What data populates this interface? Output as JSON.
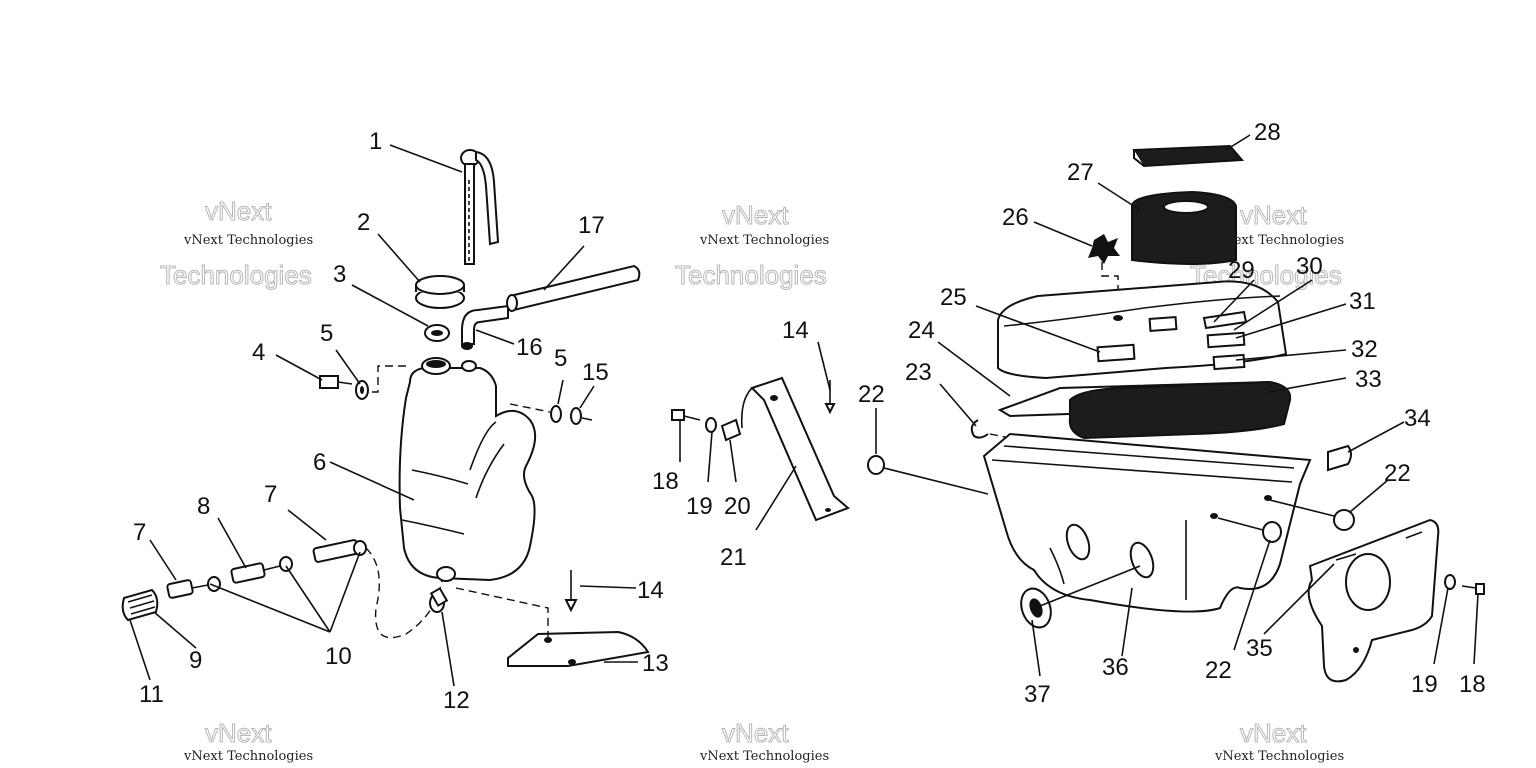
{
  "watermark": {
    "line1": "vNext Technologies",
    "line2": "vNext",
    "line3": "Technologies"
  },
  "callouts": {
    "c1": "1",
    "c2": "2",
    "c3": "3",
    "c4": "4",
    "c5a": "5",
    "c5b": "5",
    "c6": "6",
    "c7a": "7",
    "c7b": "7",
    "c8": "8",
    "c9": "9",
    "c10": "10",
    "c11": "11",
    "c12": "12",
    "c13": "13",
    "c14a": "14",
    "c14b": "14",
    "c15": "15",
    "c16": "16",
    "c17": "17",
    "c18a": "18",
    "c18b": "18",
    "c19a": "19",
    "c19b": "19",
    "c20": "20",
    "c21": "21",
    "c22a": "22",
    "c22b": "22",
    "c22c": "22",
    "c23": "23",
    "c24": "24",
    "c25": "25",
    "c26": "26",
    "c27": "27",
    "c28": "28",
    "c29": "29",
    "c30": "30",
    "c31": "31",
    "c32": "32",
    "c33": "33",
    "c34": "34",
    "c35": "35",
    "c36": "36",
    "c37": "37"
  }
}
